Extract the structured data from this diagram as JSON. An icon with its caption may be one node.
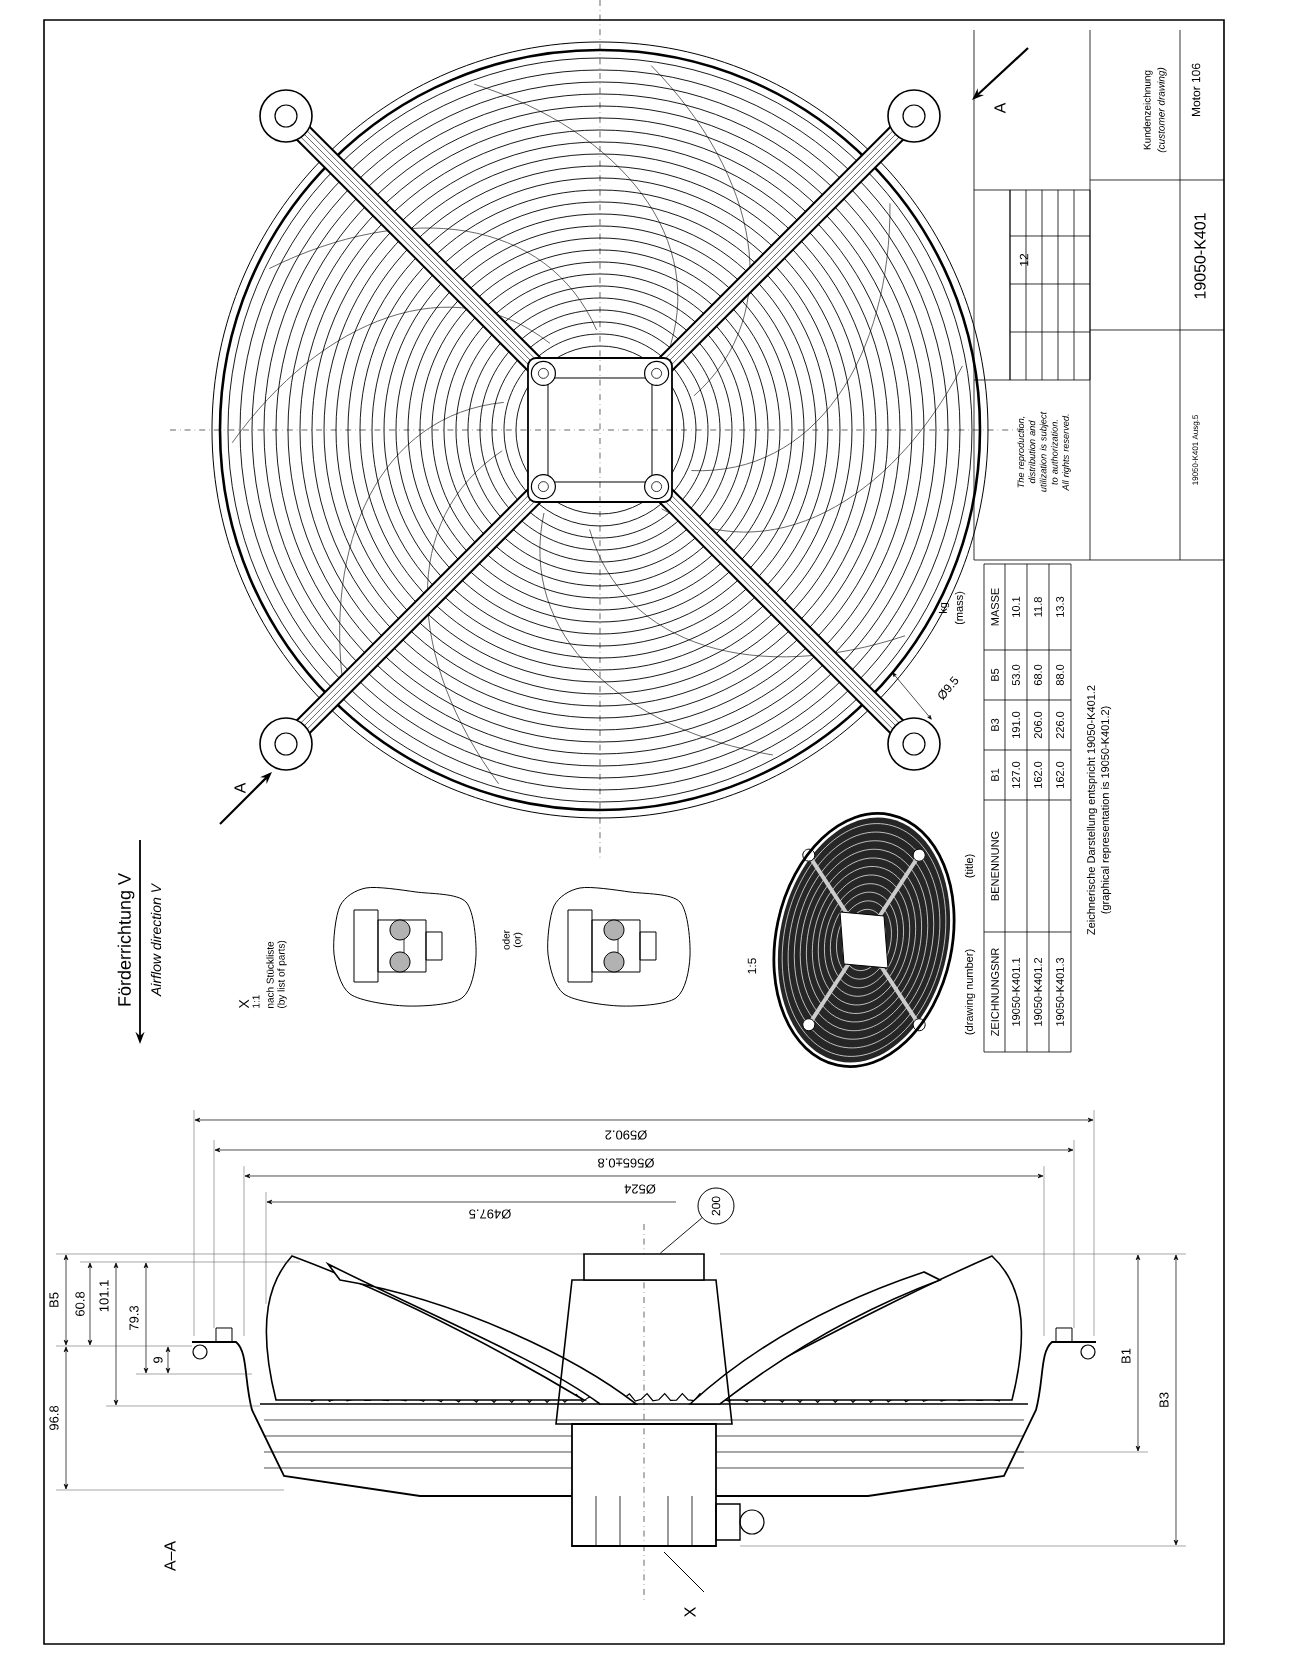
{
  "diagram": {
    "nodes": [
      {
        "text": [
          "200"
        ]
      },
      {
        "text": [],
        "shape": "box"
      }
    ],
    "edges": [
      {
        "from": 0,
        "to": 1,
        "arrow": "none"
      }
    ],
    "labels": [
      "Förderrichtung V",
      "Airflow direction V",
      "X",
      "1:1",
      "nach Stückliste",
      "(by list of parts)",
      "oder",
      "(or)",
      "Ø9.5",
      "A",
      "A",
      "1:5",
      "Ø590.2",
      "Ø565±0.8",
      "Ø524",
      "Ø497.5",
      "B5",
      "60.8",
      "101.1",
      "79.3",
      "9",
      "96.8",
      "B1",
      "B3",
      "X",
      "A–A",
      "(drawing number)",
      "(title)",
      "kg",
      "(mass)",
      "ZEICHNUNGSNR",
      "BENENNUNG",
      "B1",
      "B3",
      "B5",
      "MASSE",
      "19050-K401.1",
      "127.0",
      "191.0",
      "53.0",
      "10.1",
      "19050-K401.2",
      "162.0",
      "206.0",
      "68.0",
      "11.8",
      "19050-K401.3",
      "162.0",
      "226.0",
      "88.0",
      "13.3",
      "Zeichnerische Darstellung entspricht 19050-K401.2",
      "(graphical representation is 19050-K401.2)",
      "The reproduction, distribution and utilization is subject to authorization. All rights reserved.",
      "12",
      "Kundenzeichnung",
      "(customer drawing)",
      "Motor 106",
      "19050-K401",
      "19050-K401 Ausg.5"
    ]
  }
}
